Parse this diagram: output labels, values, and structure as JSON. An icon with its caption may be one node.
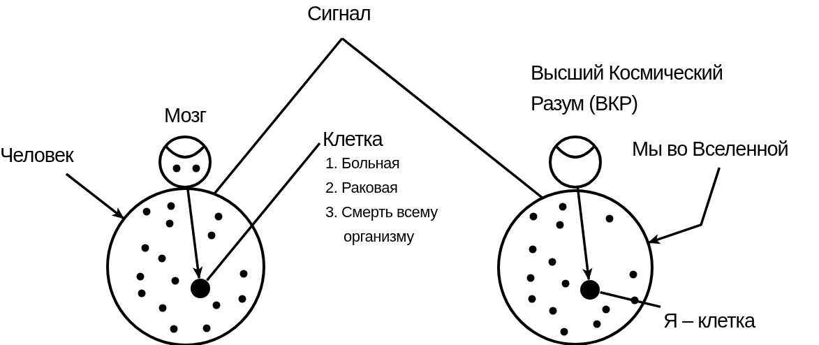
{
  "diagram": {
    "nodes": [
      {
        "text": [
          "Человек"
        ]
      },
      {
        "text": [],
        "shape": "circle"
      },
      {
        "text": [
          "Мозг"
        ]
      },
      {
        "text": [],
        "shape": "circle",
        "in": 1
      },
      {
        "text": [
          "Клетка",
          "1. Больная",
          "2. Раковая",
          "3. Смерть всему организму"
        ]
      },
      {
        "text": [
          "Сигнал"
        ]
      },
      {
        "text": [
          "Высший Космический Разум (ВКР)"
        ]
      },
      {
        "text": [],
        "shape": "circle"
      },
      {
        "text": [],
        "shape": "circle",
        "in": 7
      },
      {
        "text": [
          "Мы во Вселенной"
        ]
      },
      {
        "text": [
          "Я – клетка"
        ]
      }
    ],
    "edges": [
      {
        "from": 0,
        "to": 1,
        "arrow": "to"
      },
      {
        "from": 2,
        "to": 3,
        "arrow": "to"
      },
      {
        "from": 4,
        "to": 3,
        "arrow": "none"
      },
      {
        "from": 5,
        "to": 1,
        "arrow": "none"
      },
      {
        "from": 5,
        "to": 7,
        "arrow": "none"
      },
      {
        "from": 6,
        "to": 8,
        "arrow": "to"
      },
      {
        "from": 9,
        "to": 7,
        "arrow": "to"
      },
      {
        "from": 8,
        "to": 10,
        "arrow": "none"
      }
    ]
  }
}
